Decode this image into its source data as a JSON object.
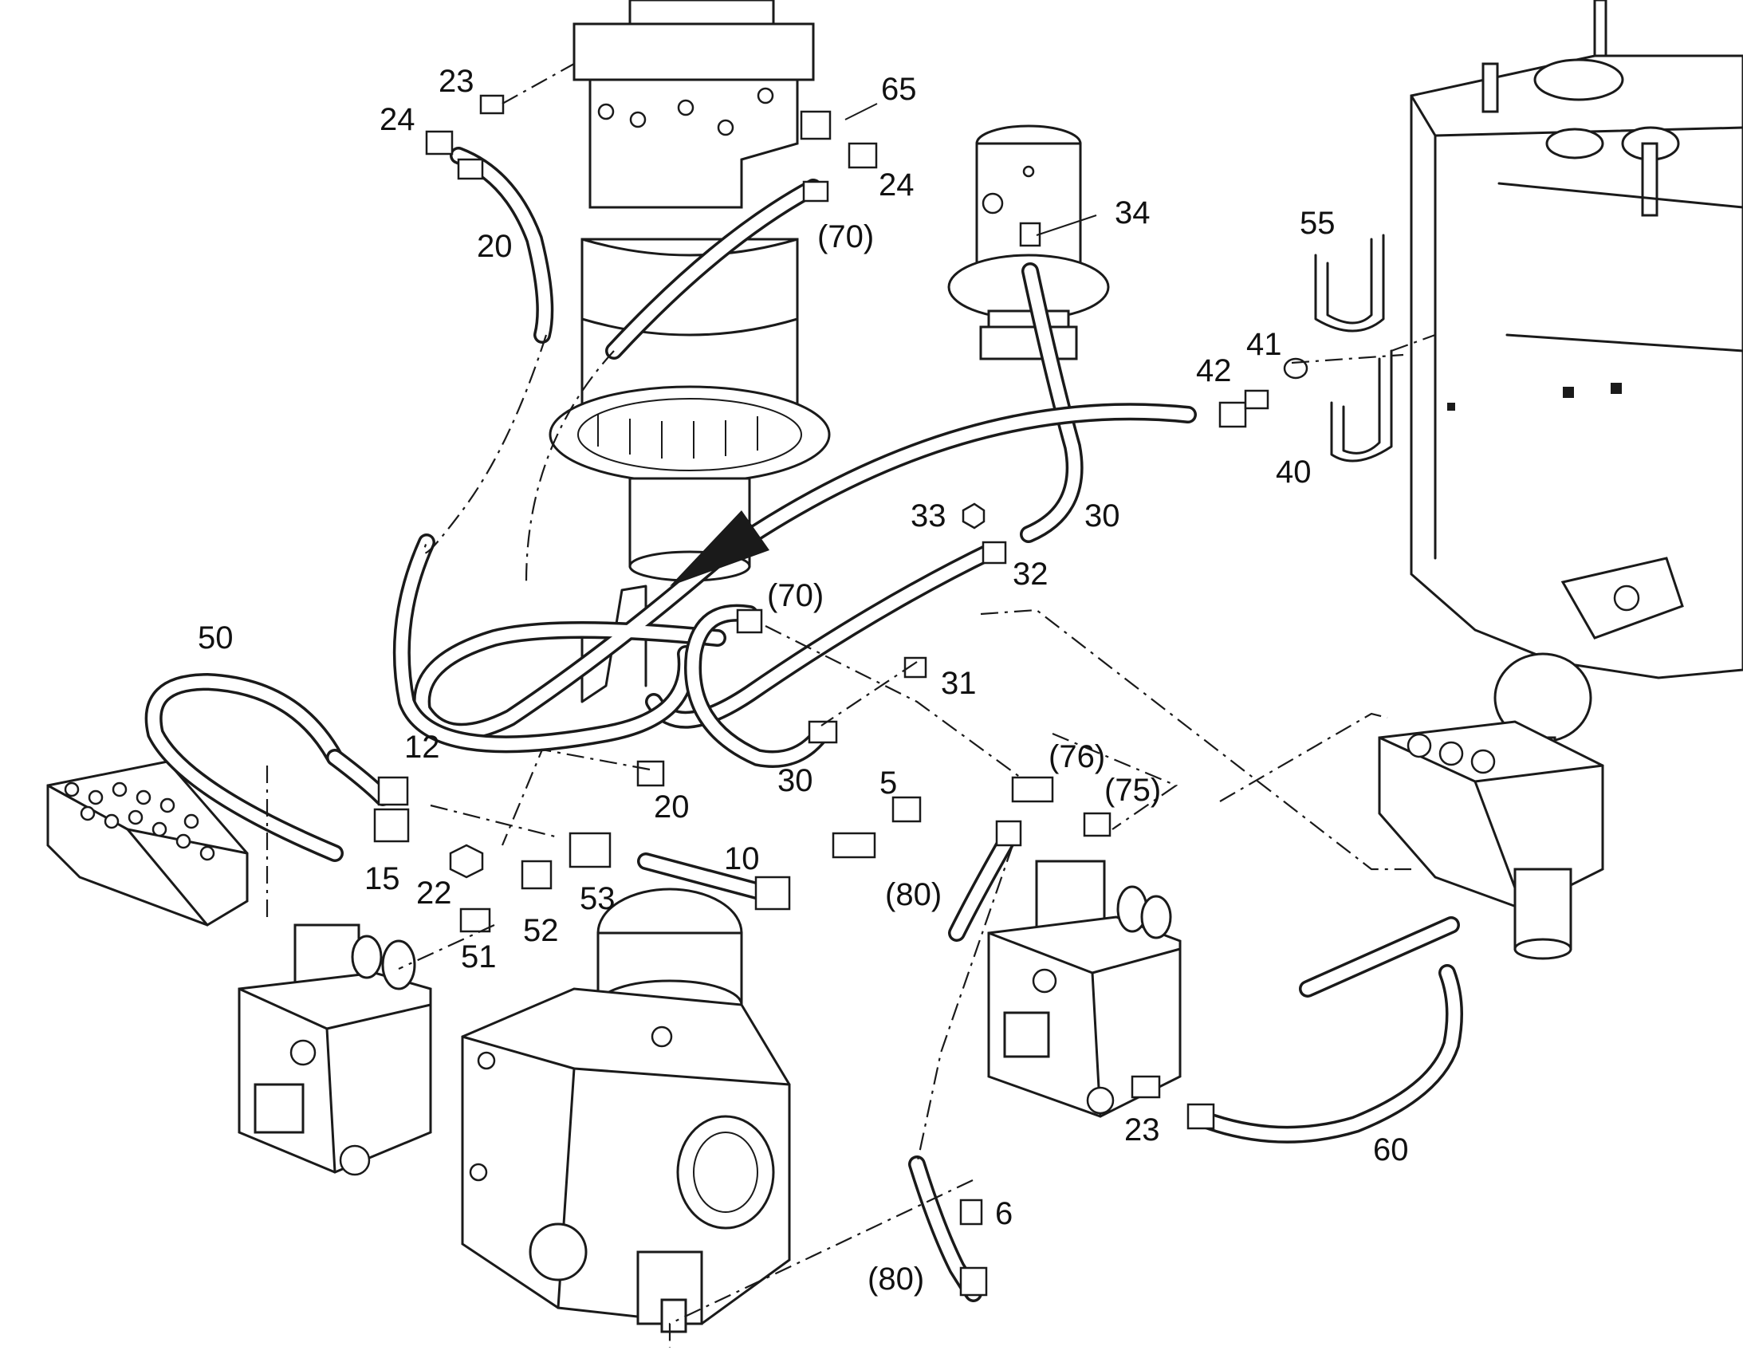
{
  "callouts": {
    "c23a": "23",
    "c24a": "24",
    "c65": "65",
    "c24b": "24",
    "c20a": "20",
    "c70a": "(70)",
    "c34": "34",
    "c55": "55",
    "c41": "41",
    "c42": "42",
    "c40": "40",
    "c33": "33",
    "c30a": "30",
    "c32": "32",
    "c70b": "(70)",
    "c50": "50",
    "c31": "31",
    "c12": "12",
    "c76": "(76)",
    "c75": "(75)",
    "c20b": "20",
    "c30b": "30",
    "c5": "5",
    "c15": "15",
    "c22": "22",
    "c53": "53",
    "c10": "10",
    "c80a": "(80)",
    "c51": "51",
    "c52": "52",
    "c23b": "23",
    "c60": "60",
    "c6": "6",
    "c80b": "(80)"
  },
  "colors": {
    "line": "#1a1a1a",
    "background": "#ffffff"
  }
}
